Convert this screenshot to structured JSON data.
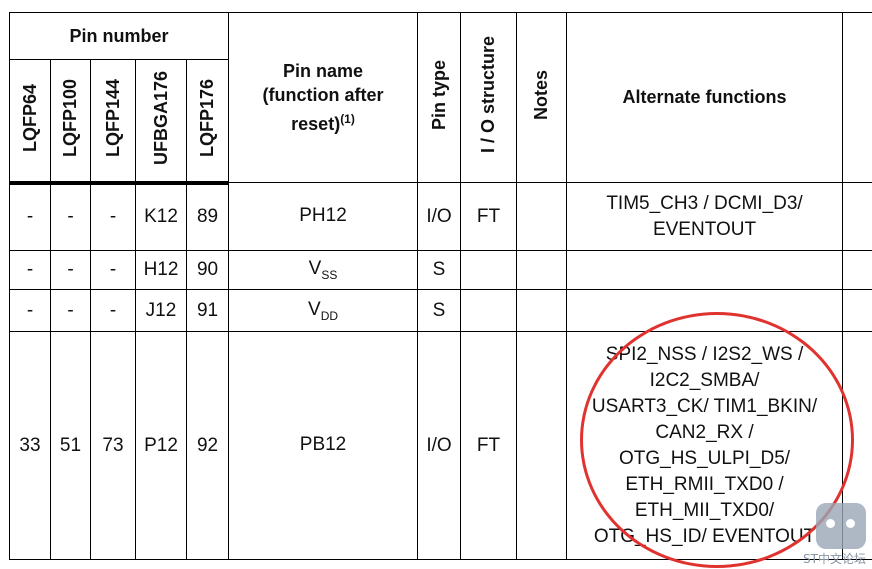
{
  "header": {
    "pin_number": "Pin number",
    "packages": [
      "LQFP64",
      "LQFP100",
      "LQFP144",
      "UFBGA176",
      "LQFP176"
    ],
    "pin_name_line1": "Pin name",
    "pin_name_line2": "(function after",
    "pin_name_line3": "reset)",
    "pin_name_note": "(1)",
    "pin_type": "Pin type",
    "io_structure": "I / O structure",
    "notes": "Notes",
    "alternate_functions": "Alternate functions"
  },
  "rows": [
    {
      "lqfp64": "-",
      "lqfp100": "-",
      "lqfp144": "-",
      "ufbga176": "K12",
      "lqfp176": "89",
      "pin_name": "PH12",
      "pin_name_sub": "",
      "pin_type": "I/O",
      "io": "FT",
      "notes": "",
      "alt": [
        "TIM5_CH3 / DCMI_D3/",
        "EVENTOUT"
      ]
    },
    {
      "lqfp64": "-",
      "lqfp100": "-",
      "lqfp144": "-",
      "ufbga176": "H12",
      "lqfp176": "90",
      "pin_name": "V",
      "pin_name_sub": "SS",
      "pin_type": "S",
      "io": "",
      "notes": "",
      "alt": []
    },
    {
      "lqfp64": "-",
      "lqfp100": "-",
      "lqfp144": "-",
      "ufbga176": "J12",
      "lqfp176": "91",
      "pin_name": "V",
      "pin_name_sub": "DD",
      "pin_type": "S",
      "io": "",
      "notes": "",
      "alt": []
    },
    {
      "lqfp64": "33",
      "lqfp100": "51",
      "lqfp144": "73",
      "ufbga176": "P12",
      "lqfp176": "92",
      "pin_name": "PB12",
      "pin_name_sub": "",
      "pin_type": "I/O",
      "io": "FT",
      "notes": "",
      "alt": [
        "SPI2_NSS / I2S2_WS /",
        "I2C2_SMBA/",
        "USART3_CK/ TIM1_BKIN/",
        "CAN2_RX /",
        "OTG_HS_ULPI_D5/",
        "ETH_RMII_TXD0 /",
        "ETH_MII_TXD0/",
        "OTG_HS_ID/ EVENTOUT"
      ]
    }
  ],
  "annotation": {
    "circle_color": "#e0322f"
  },
  "watermark": {
    "text": "ST中文论坛"
  }
}
